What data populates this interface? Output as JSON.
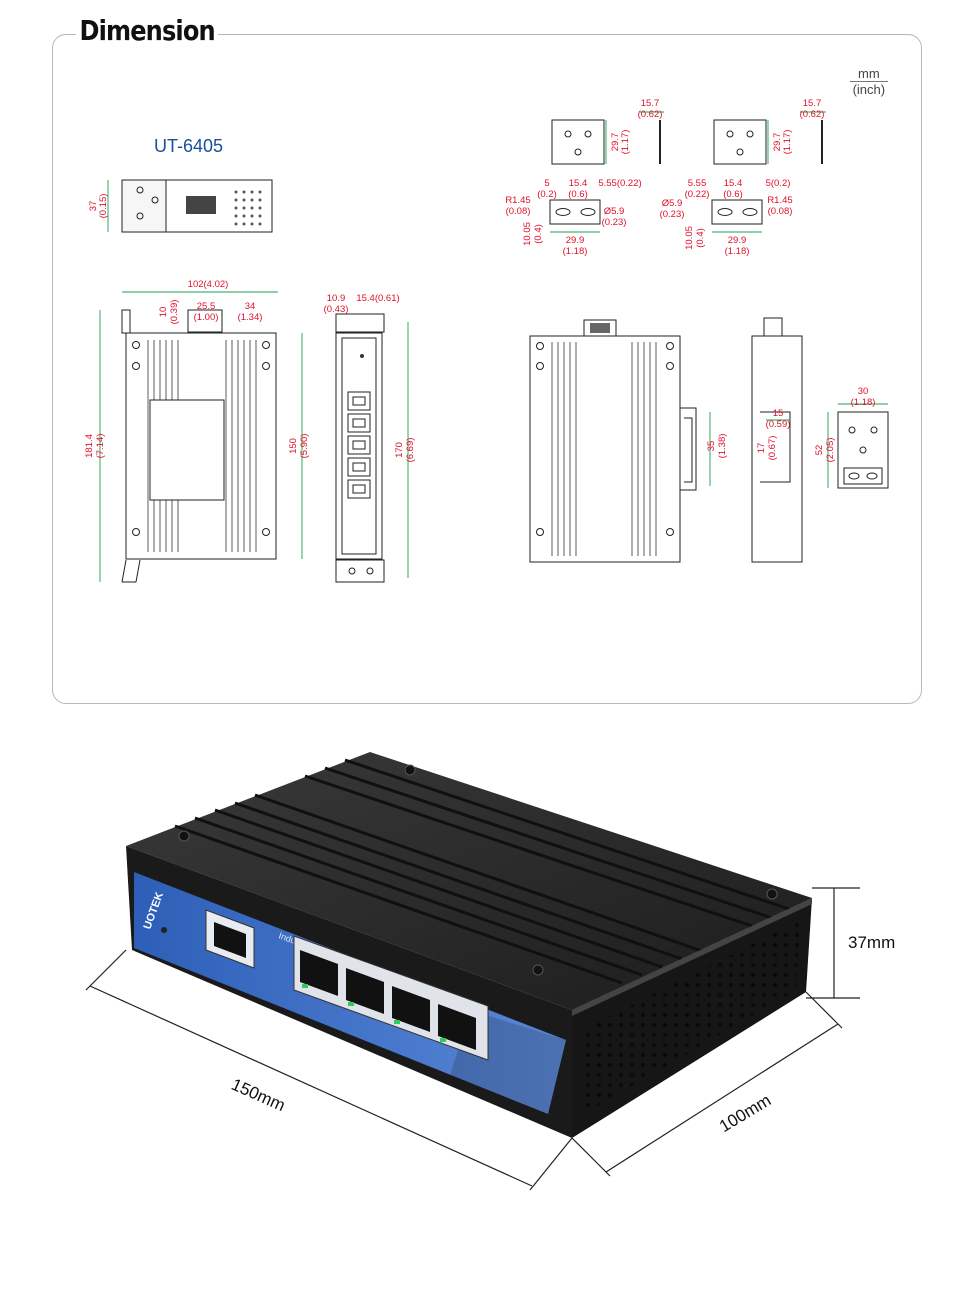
{
  "header": {
    "title": "Dimension"
  },
  "units": {
    "primary": "mm",
    "secondary": "(inch)"
  },
  "model": "UT-6405",
  "drawings": {
    "top_view": {
      "height": "37",
      "height_in": "(0.15)"
    },
    "din_clip_left": {
      "w": "15.7",
      "w_in": "(0.62)",
      "h": "29.7",
      "h_in": "(1.17)",
      "a": "5",
      "a_in": "(0.2)",
      "b": "15.4",
      "b_in": "(0.6)",
      "c": "5.55(0.22)",
      "r": "R1.45",
      "r_in": "(0.08)",
      "hole": "Ø5.9",
      "hole_in": "(0.23)",
      "v": "10.05",
      "v_in": "(0.4)",
      "base": "29.9",
      "base_in": "(1.18)"
    },
    "din_clip_right": {
      "w": "15.7",
      "w_in": "(0.62)",
      "h": "29.7",
      "h_in": "(1.17)",
      "a": "5.55",
      "a_in": "(0.22)",
      "b": "15.4",
      "b_in": "(0.6)",
      "c": "5(0.2)",
      "r": "R1.45",
      "r_in": "(0.08)",
      "hole": "Ø5.9",
      "hole_in": "(0.23)",
      "v": "10.05",
      "v_in": "(0.4)",
      "base": "29.9",
      "base_in": "(1.18)"
    },
    "front_view": {
      "width": "102(4.02)",
      "d1": "10",
      "d1_in": "(0.39)",
      "d2": "25.5",
      "d2_in": "(1.00)",
      "d3": "34",
      "d3_in": "(1.34)",
      "total": "181.4",
      "total_in": "(7.14)",
      "body": "150",
      "body_in": "(5.90)"
    },
    "side_view": {
      "a": "10.9",
      "a_in": "(0.43)",
      "b": "15.4(0.61)",
      "h": "170",
      "h_in": "(6.69)"
    },
    "rear_view": {
      "clip": "35",
      "clip_in": "(1.38)"
    },
    "narrow_side": {
      "a": "15",
      "a_in": "(0.59)",
      "b": "17",
      "b_in": "(0.67)"
    },
    "rail_clip": {
      "w": "30",
      "w_in": "(1.18)",
      "h": "52",
      "h_in": "(2.05)"
    }
  },
  "photo": {
    "brand": "UOTEK",
    "label": "Industrial Ethernet Switch",
    "length": "150mm",
    "width": "100mm",
    "height": "37mm"
  }
}
